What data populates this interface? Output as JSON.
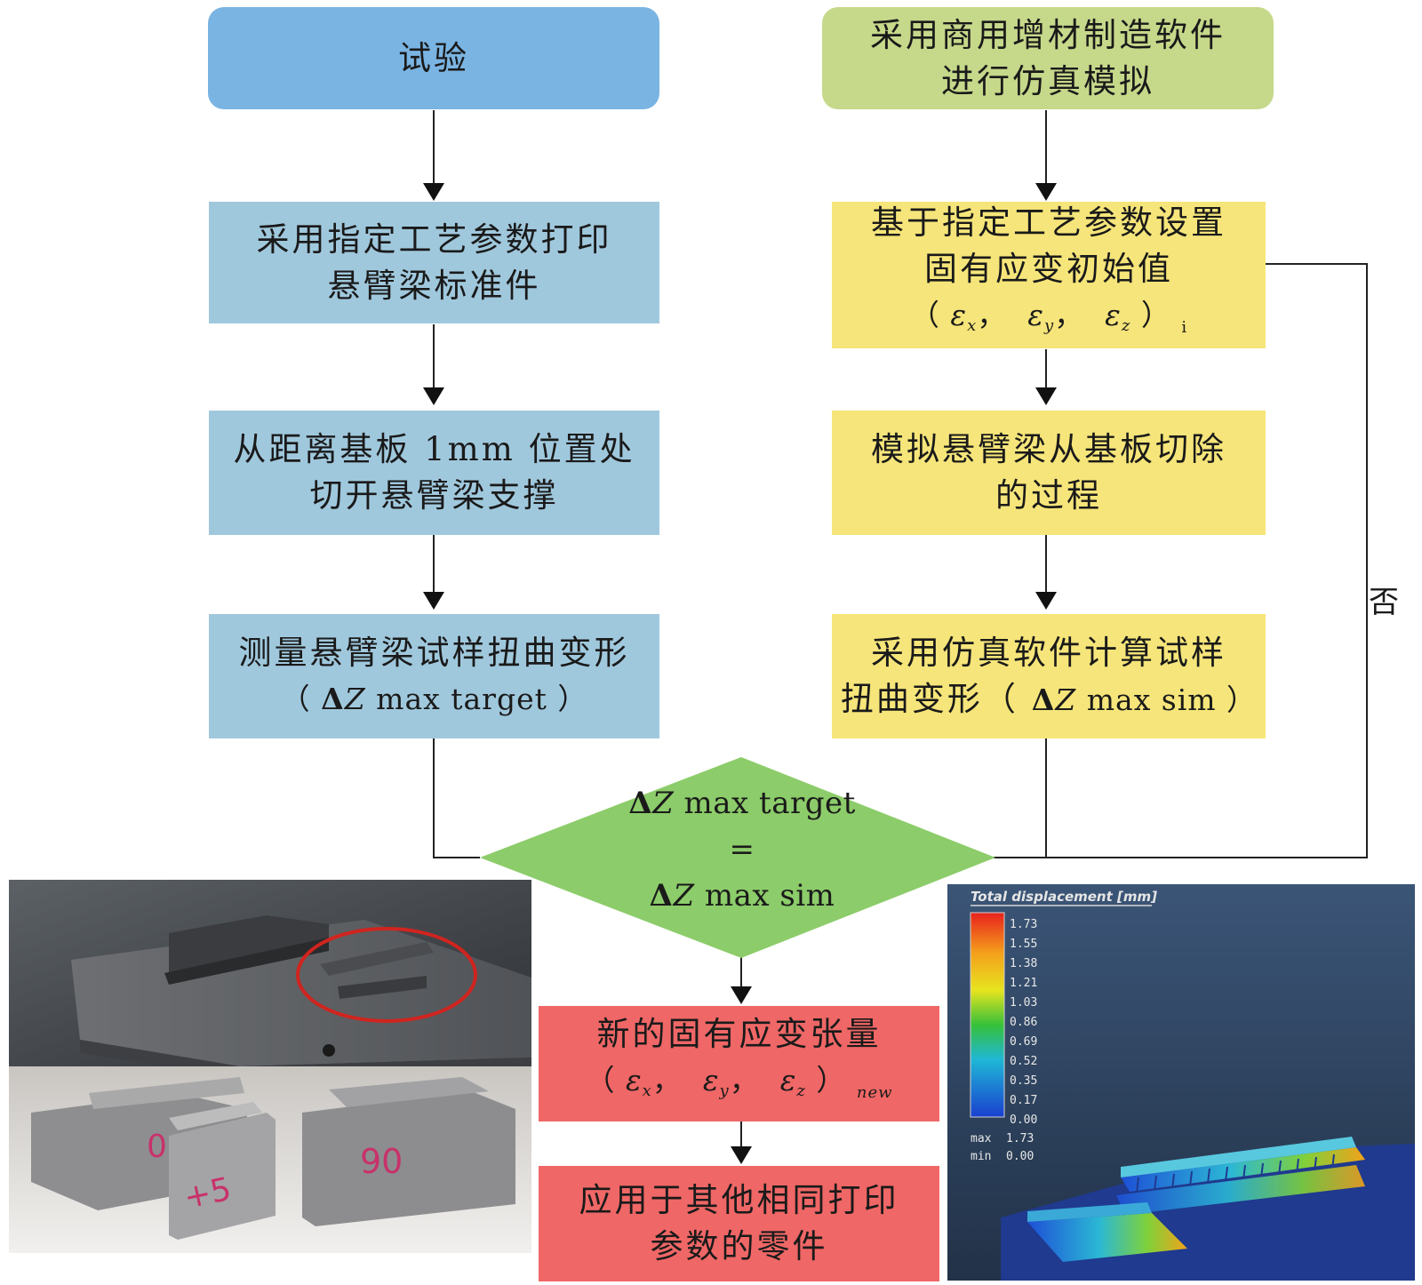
{
  "left_column": {
    "header": "试验",
    "step1": [
      "采用指定工艺参数打印",
      "悬臂梁标准件"
    ],
    "step2": [
      "从距离基板 1mm 位置处",
      "切开悬臂梁支撑"
    ],
    "step3": [
      "测量悬臂梁试样扭曲变形"
    ],
    "step3_formula": {
      "open": "（ ",
      "delta": "Δ",
      "var": "Z",
      "rest": " max target ）"
    }
  },
  "right_column": {
    "header": [
      "采用商用增材制造软件",
      "进行仿真模拟"
    ],
    "step1": [
      "基于指定工艺参数设置",
      "固有应变初始值"
    ],
    "step1_formula": {
      "open": "（",
      "eps": "ε",
      "x": "x",
      "y": "y",
      "z": "z",
      "sep": "，",
      "close": "）",
      "suffix": "i"
    },
    "step2": [
      "模拟悬臂梁从基板切除",
      "的过程"
    ],
    "step3": [
      "采用仿真软件计算试样"
    ],
    "step3_formula": {
      "prefix": "扭曲变形（ ",
      "delta": "Δ",
      "var": "Z",
      "rest": " max sim ）"
    }
  },
  "decision": {
    "top": {
      "delta": "Δ",
      "var": "Z",
      "rest": " max target"
    },
    "eq": "=",
    "bottom": {
      "delta": "Δ",
      "var": "Z",
      "rest": " max sim"
    },
    "no_label": "否"
  },
  "result": {
    "box1": [
      "新的固有应变张量"
    ],
    "box1_formula": {
      "open": "（",
      "eps": "ε",
      "x": "x",
      "y": "y",
      "z": "z",
      "sep": "，",
      "close": "）",
      "suffix": "new"
    },
    "box2": [
      "应用于其他相同打印",
      "参数的零件"
    ]
  },
  "photo": {
    "labels": [
      "0",
      "+5",
      "90"
    ]
  },
  "simulation": {
    "title": "Total displacement [mm]",
    "ticks": [
      "1.73",
      "1.55",
      "1.38",
      "1.21",
      "1.03",
      "0.86",
      "0.69",
      "0.52",
      "0.35",
      "0.17",
      "0.00"
    ],
    "max_label": "max",
    "max_value": "1.73",
    "min_label": "min",
    "min_value": "0.00"
  },
  "colors": {
    "blue_top": "#7ab4e2",
    "blue": "#a0c8dd",
    "green_top": "#c6d88a",
    "yellow": "#f6e57a",
    "diamond": "#8ccc6a",
    "red": "#ef6766"
  }
}
